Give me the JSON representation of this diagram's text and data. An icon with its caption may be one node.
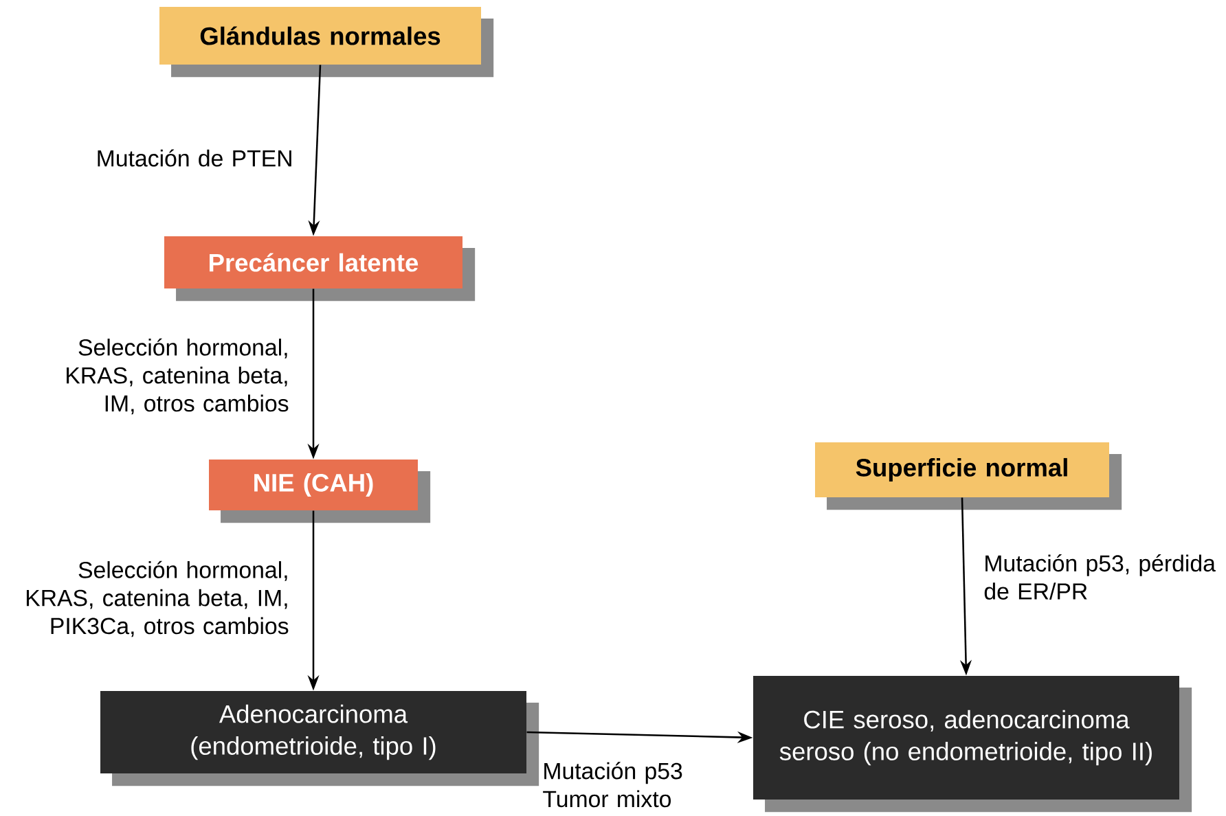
{
  "diagram": {
    "nodes": [
      {
        "text": [
          "Glándulas normales"
        ]
      },
      {
        "text": [
          "Precáncer latente"
        ]
      },
      {
        "text": [
          "NIE (CAH)"
        ]
      },
      {
        "text": [
          "Superficie normal"
        ]
      },
      {
        "text": [
          "Adenocarcinoma (endometrioide, tipo I)"
        ]
      },
      {
        "text": [
          "CIE seroso, adenocarcinoma seroso (no endometrioide, tipo II)"
        ]
      }
    ],
    "edges": [
      {
        "from": 0,
        "to": 1,
        "arrow": "to",
        "label": "Mutación de PTEN"
      },
      {
        "from": 1,
        "to": 2,
        "arrow": "to",
        "label": "Selección hormonal, KRAS, catenina beta, IM, otros cambios"
      },
      {
        "from": 2,
        "to": 4,
        "arrow": "to",
        "label": "Selección hormonal, KRAS, catenina beta, IM, PIK3Ca, otros cambios"
      },
      {
        "from": 3,
        "to": 5,
        "arrow": "to",
        "label": "Mutación p53, pérdida de ER/PR"
      },
      {
        "from": 4,
        "to": 5,
        "arrow": "to",
        "label": "Mutación p53 Tumor mixto"
      }
    ]
  }
}
